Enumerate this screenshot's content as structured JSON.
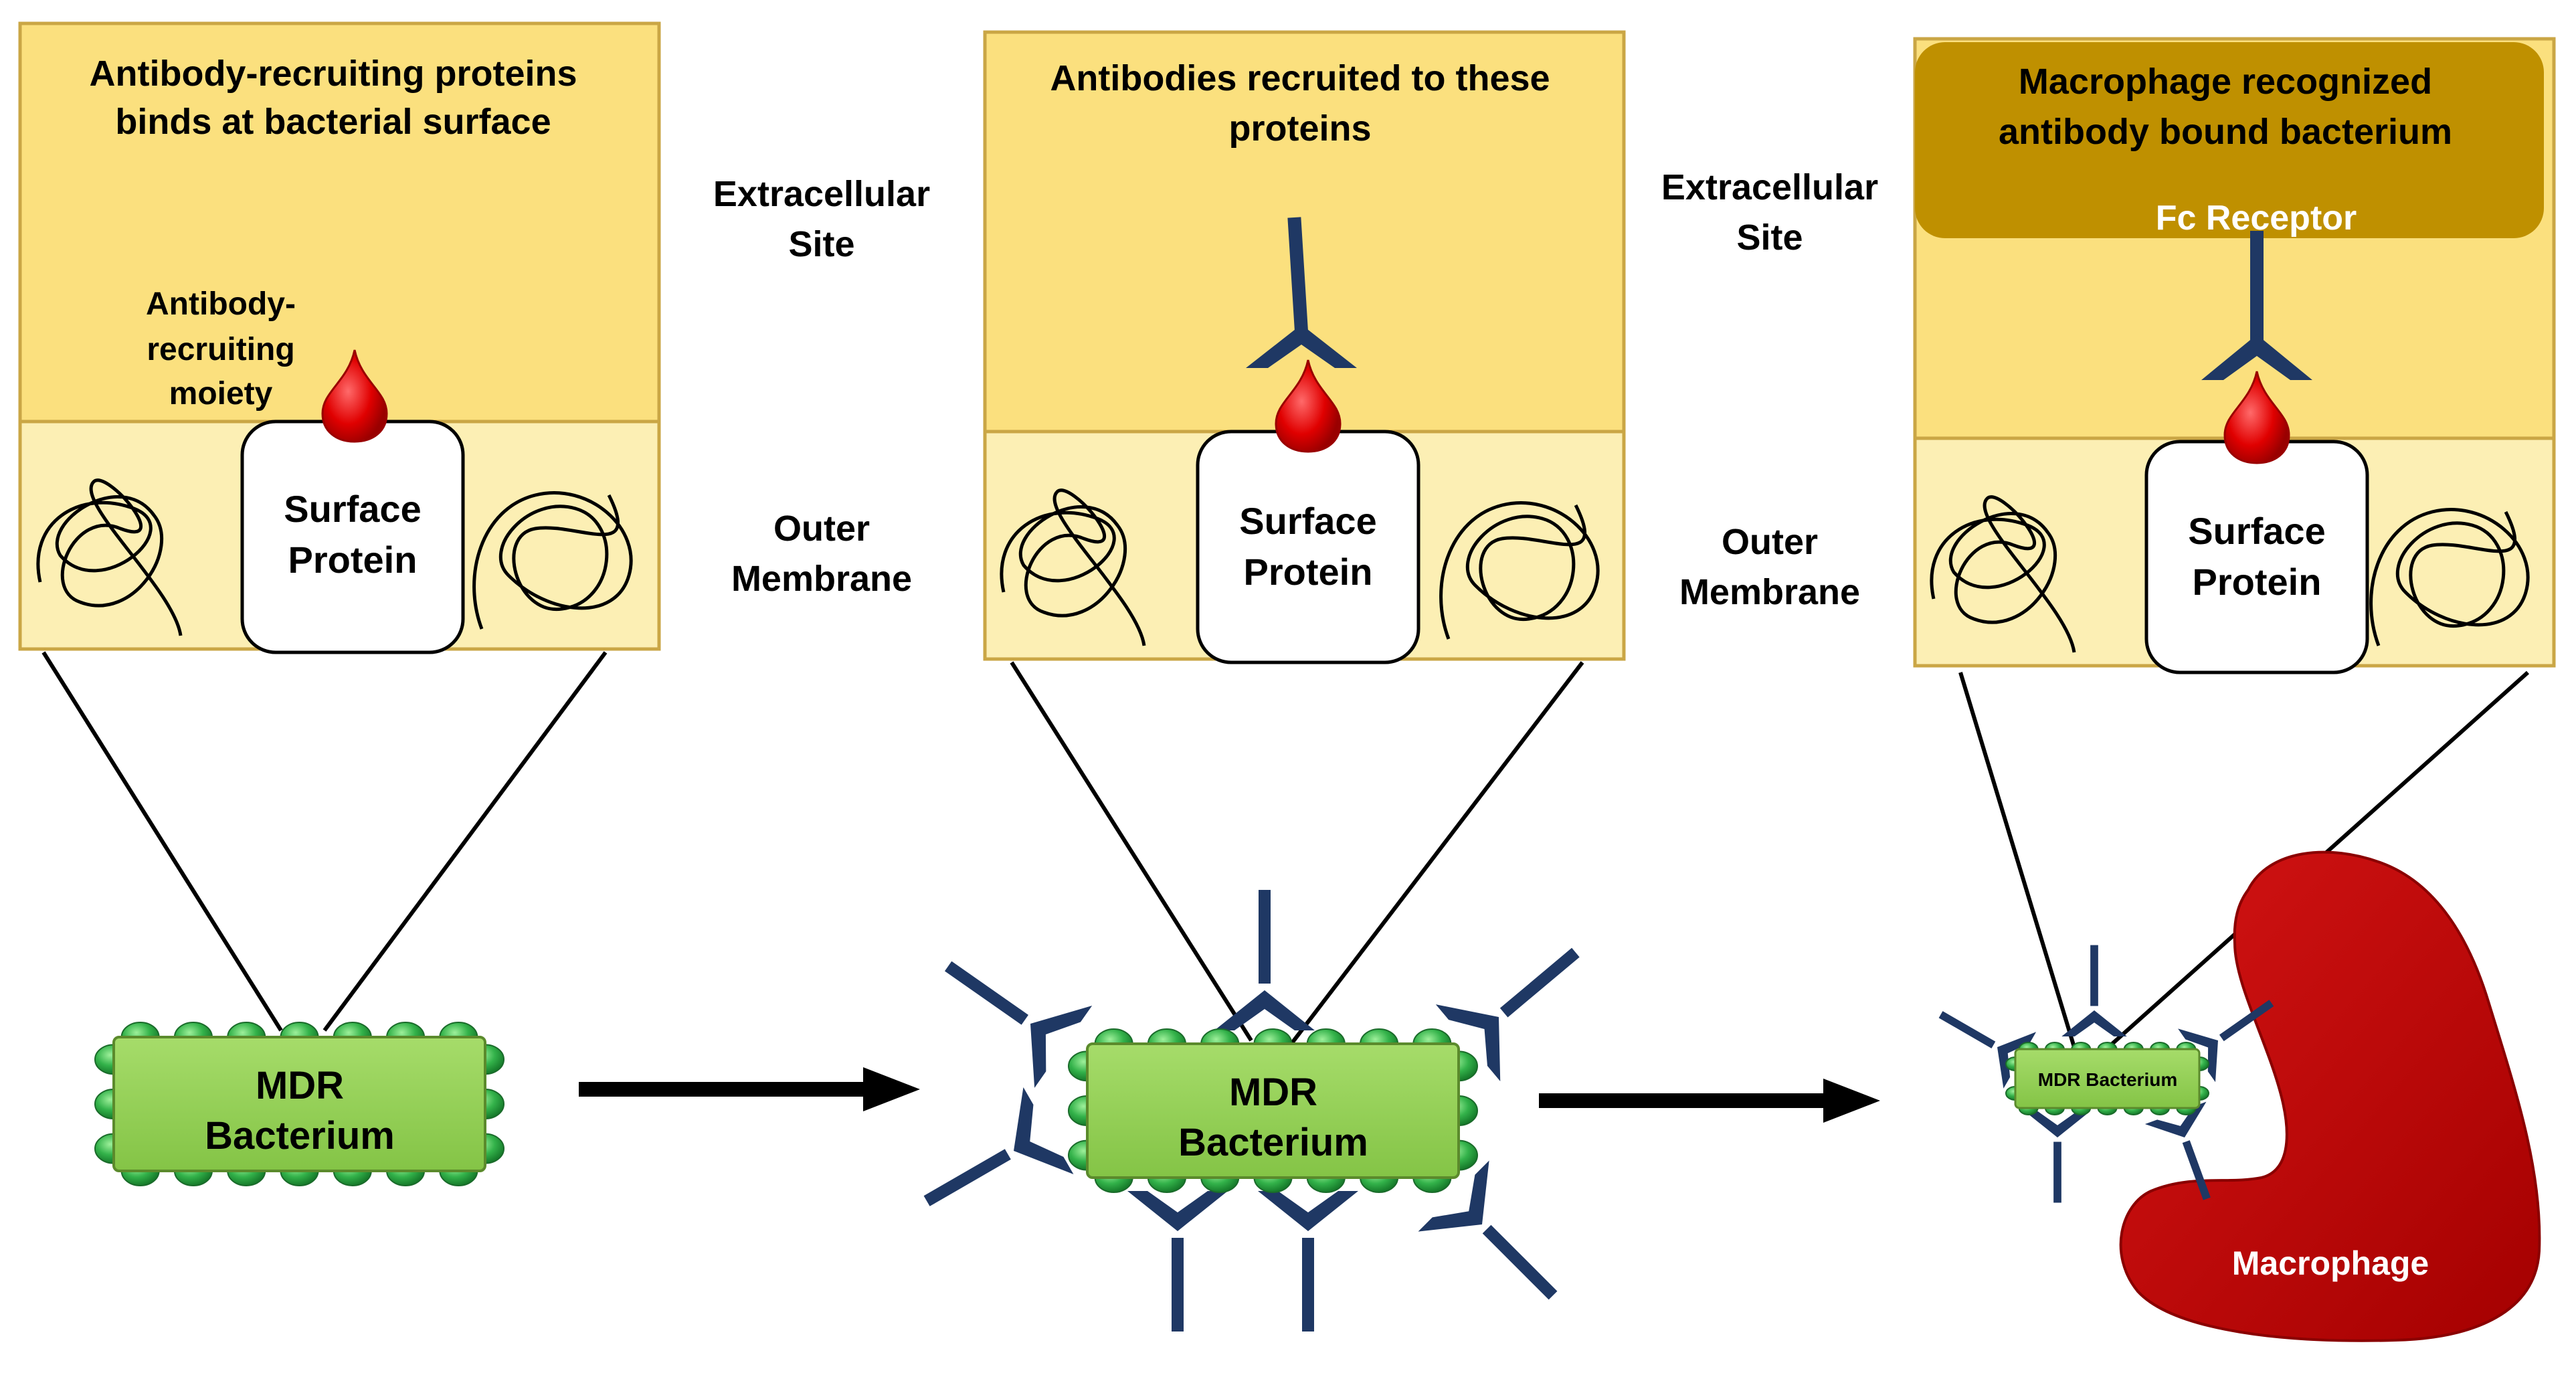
{
  "panels": [
    {
      "header": [
        "Antibody-recruiting proteins",
        "binds at bacterial surface"
      ],
      "moiety_label": [
        "Antibody-",
        "recruiting",
        "moiety"
      ],
      "protein_label": [
        "Surface",
        "Protein"
      ]
    },
    {
      "header": [
        "Antibodies recruited to these",
        "proteins"
      ],
      "protein_label": [
        "Surface",
        "Protein"
      ]
    },
    {
      "header": [
        "Macrophage recognized",
        "antibody bound bacterium"
      ],
      "receptor_label": "Fc Receptor",
      "protein_label": [
        "Surface",
        "Protein"
      ]
    }
  ],
  "side_labels": {
    "extracellular": [
      "Extracellular",
      "Site"
    ],
    "outer_membrane": [
      "Outer",
      "Membrane"
    ]
  },
  "bacteria": {
    "large_label": [
      "MDR",
      "Bacterium"
    ],
    "small_label": "MDR Bacterium"
  },
  "macrophage_label": "Macrophage",
  "colors": {
    "panel_fill": "#fbe07e",
    "membrane_fill": "#fcefb4",
    "panel_border": "#caa645",
    "receptor_fill": "#bf9000",
    "bacterium_fill": "#92d050",
    "bacterium_border": "#5b8a2c",
    "dot_fill": "#33aa44",
    "antibody": "#1f3864",
    "drop": "#e00000",
    "macrophage": "#c00000"
  }
}
